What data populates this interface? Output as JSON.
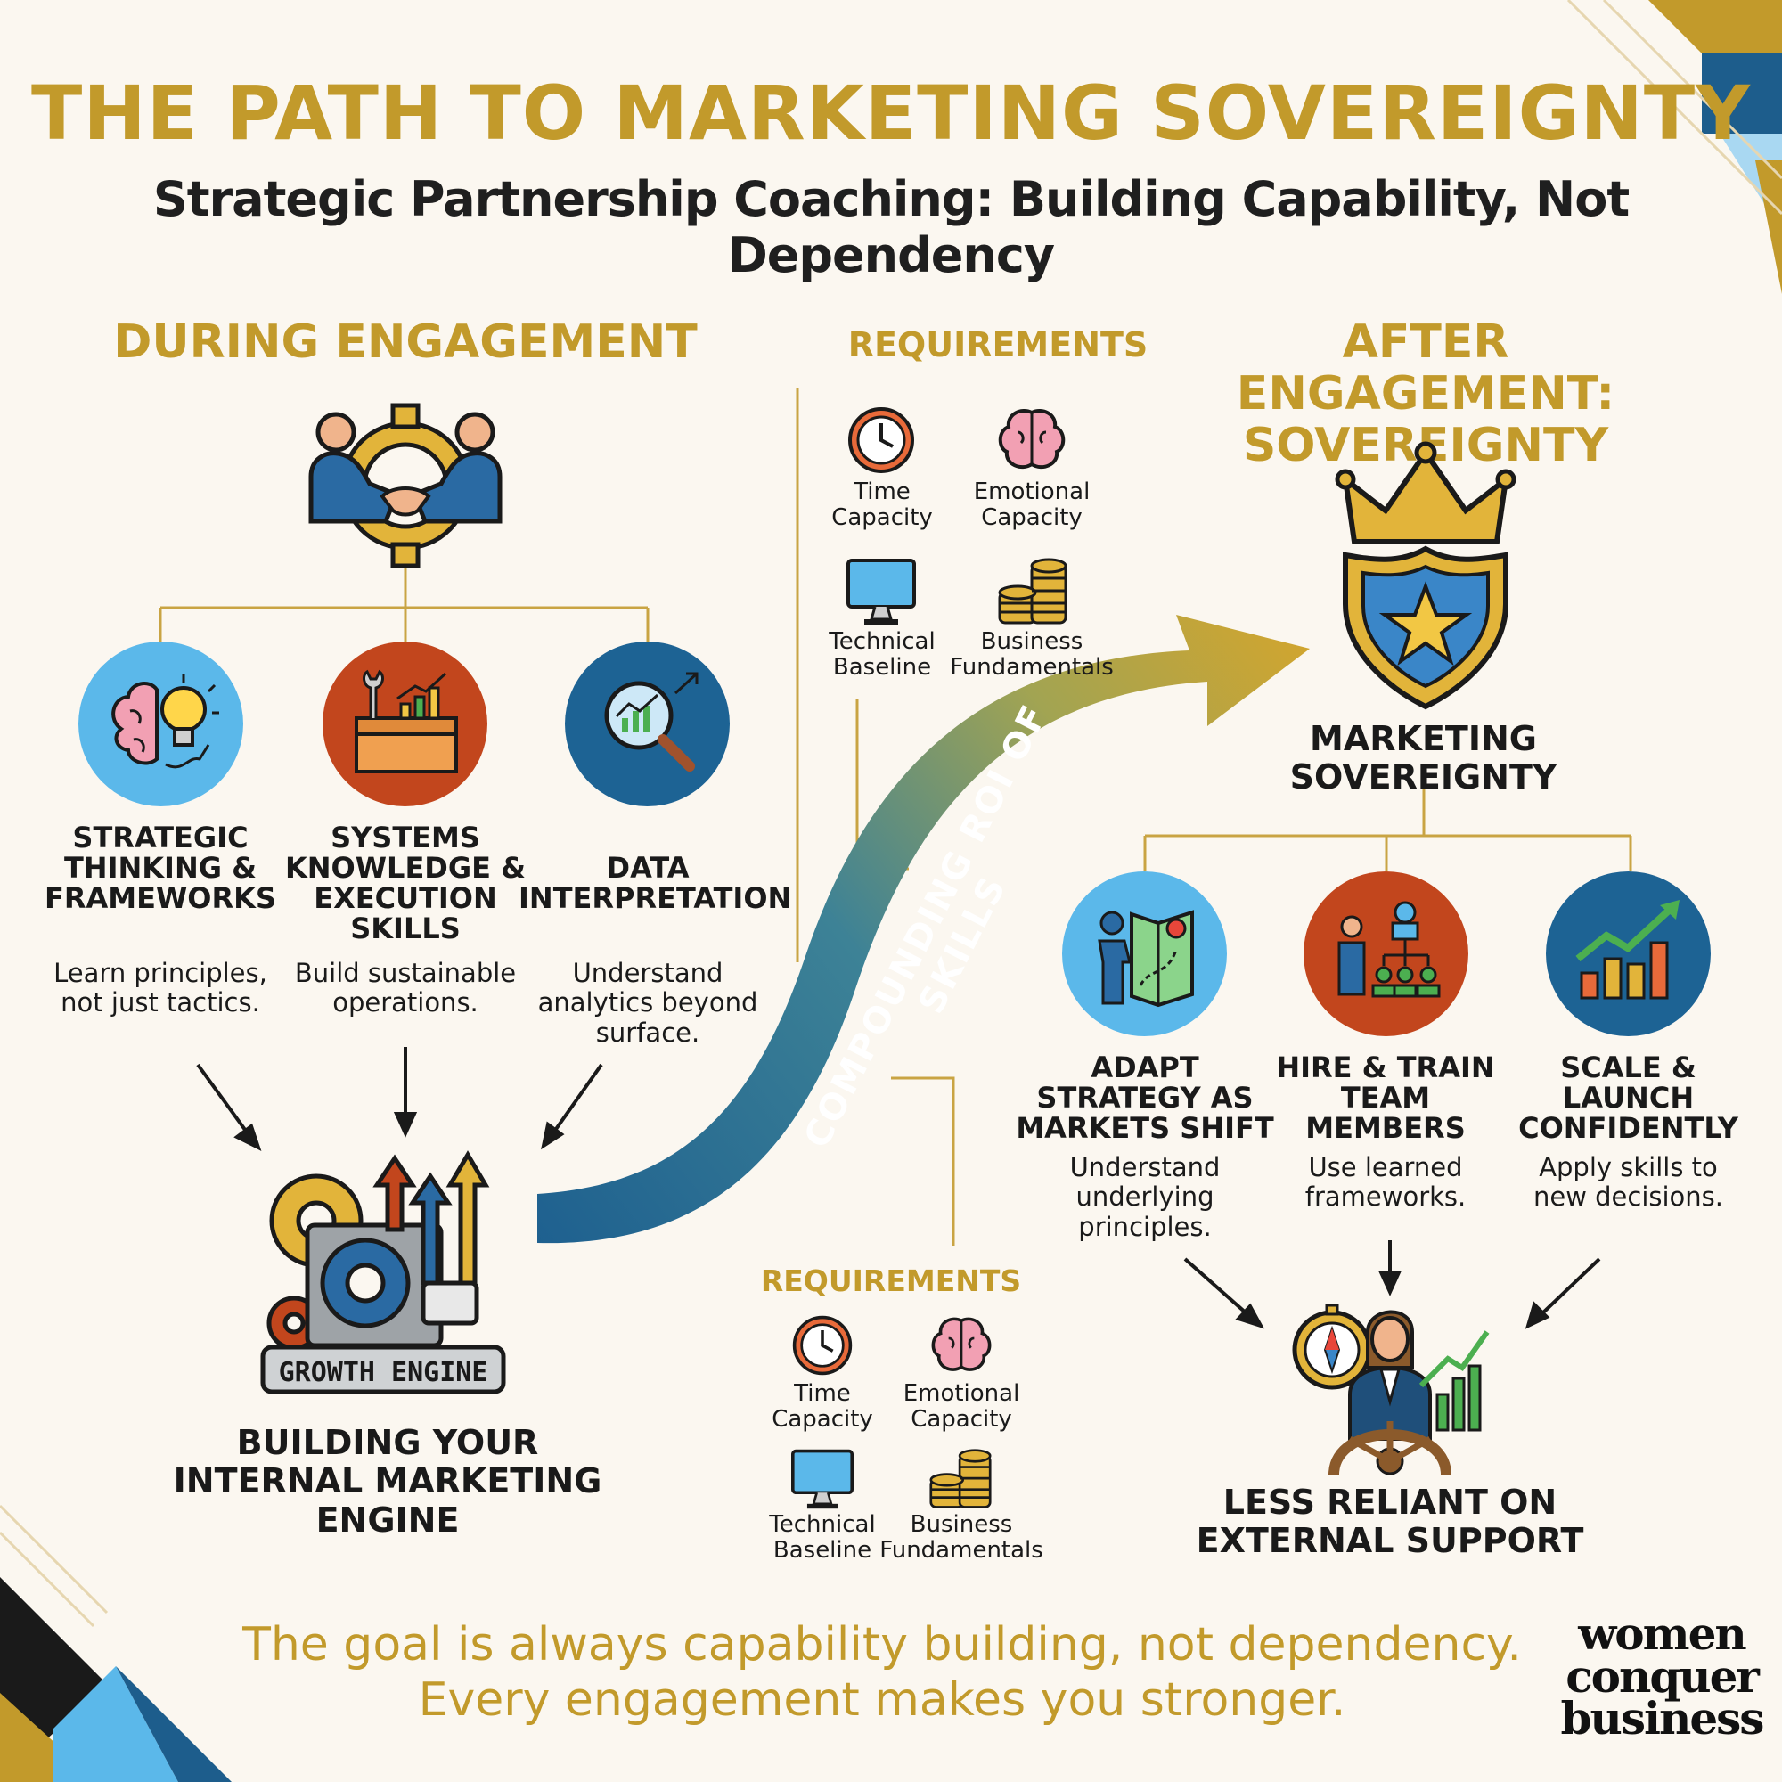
{
  "title": "THE PATH TO MARKETING SOVEREIGNTY",
  "subtitle": "Strategic Partnership Coaching: Building Capability, Not Dependency",
  "during": {
    "heading": "DURING ENGAGEMENT",
    "icon": "handshake-gear-icon",
    "pillars": [
      {
        "icon": "brain-lightbulb-icon",
        "color": "#5bb8ea",
        "label": "STRATEGIC\nTHINKING &\nFRAMEWORKS",
        "desc": "Learn principles,\nnot just tactics."
      },
      {
        "icon": "toolbox-chart-icon",
        "color": "#c2461d",
        "label": "SYSTEMS\nKNOWLEDGE &\nEXECUTION\nSKILLS",
        "desc": "Build sustainable\noperations."
      },
      {
        "icon": "magnifier-chart-icon",
        "color": "#1d6394",
        "label": "DATA\nINTERPRETATION",
        "desc": "Understand\nanalytics beyond\nsurface."
      }
    ],
    "engine": {
      "icon": "growth-engine-icon",
      "badge": "GROWTH ENGINE",
      "label": "BUILDING YOUR\nINTERNAL MARKETING\nENGINE"
    }
  },
  "arrow_label": "COMPOUNDING ROI OF SKILLS",
  "requirements_top": {
    "heading": "REQUIREMENTS",
    "items": [
      {
        "icon": "clock-icon",
        "label": "Time\nCapacity"
      },
      {
        "icon": "brain-icon",
        "label": "Emotional\nCapacity"
      },
      {
        "icon": "monitor-icon",
        "label": "Technical\nBaseline"
      },
      {
        "icon": "coins-icon",
        "label": "Business\nFundamentals"
      }
    ]
  },
  "requirements_bottom": {
    "heading": "REQUIREMENTS",
    "items": [
      {
        "icon": "clock-icon",
        "label": "Time\nCapacity"
      },
      {
        "icon": "brain-icon",
        "label": "Emotional\nCapacity"
      },
      {
        "icon": "monitor-icon",
        "label": "Technical\nBaseline"
      },
      {
        "icon": "coins-icon",
        "label": "Business\nFundamentals"
      }
    ]
  },
  "after": {
    "heading": "AFTER ENGAGEMENT:\nSOVEREIGNTY",
    "icon": "crown-shield-icon",
    "label": "MARKETING\nSOVEREIGNTY",
    "outcomes": [
      {
        "icon": "strategy-map-icon",
        "color": "#5bb8ea",
        "label": "ADAPT\nSTRATEGY AS\nMARKETS SHIFT",
        "desc": "Understand\nunderlying\nprinciples."
      },
      {
        "icon": "team-hierarchy-icon",
        "color": "#c2461d",
        "label": "HIRE & TRAIN\nTEAM\nMEMBERS",
        "desc": "Use learned\nframeworks."
      },
      {
        "icon": "growth-bars-icon",
        "color": "#1d6394",
        "label": "SCALE &\nLAUNCH\nCONFIDENTLY",
        "desc": "Apply skills to\nnew decisions."
      }
    ],
    "result": {
      "icon": "captain-wheel-icon",
      "label": "LESS RELIANT ON\nEXTERNAL SUPPORT"
    }
  },
  "footer": "The goal is always capability building, not dependency.\nEvery engagement makes you stronger.",
  "brand": "women\nconquer\nbusiness",
  "colors": {
    "gold": "#c29a2b",
    "blue": "#1d6394",
    "light_blue": "#5bb8ea",
    "rust": "#c2461d",
    "background": "#fbf7f0"
  }
}
